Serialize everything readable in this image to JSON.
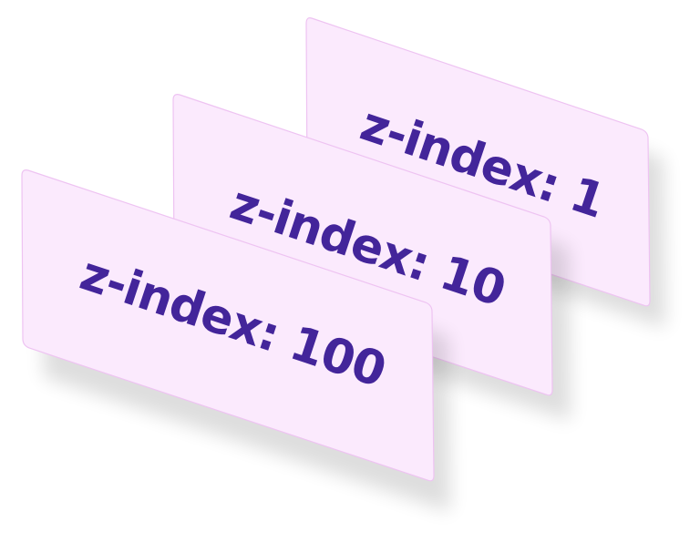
{
  "colors": {
    "card_fill": "#fbeafd",
    "card_stroke": "#eec3f2",
    "text": "#43259a",
    "shadow": "#000000"
  },
  "cards": [
    {
      "label": "z-index: 1"
    },
    {
      "label": "z-index: 10"
    },
    {
      "label": "z-index: 100"
    }
  ]
}
